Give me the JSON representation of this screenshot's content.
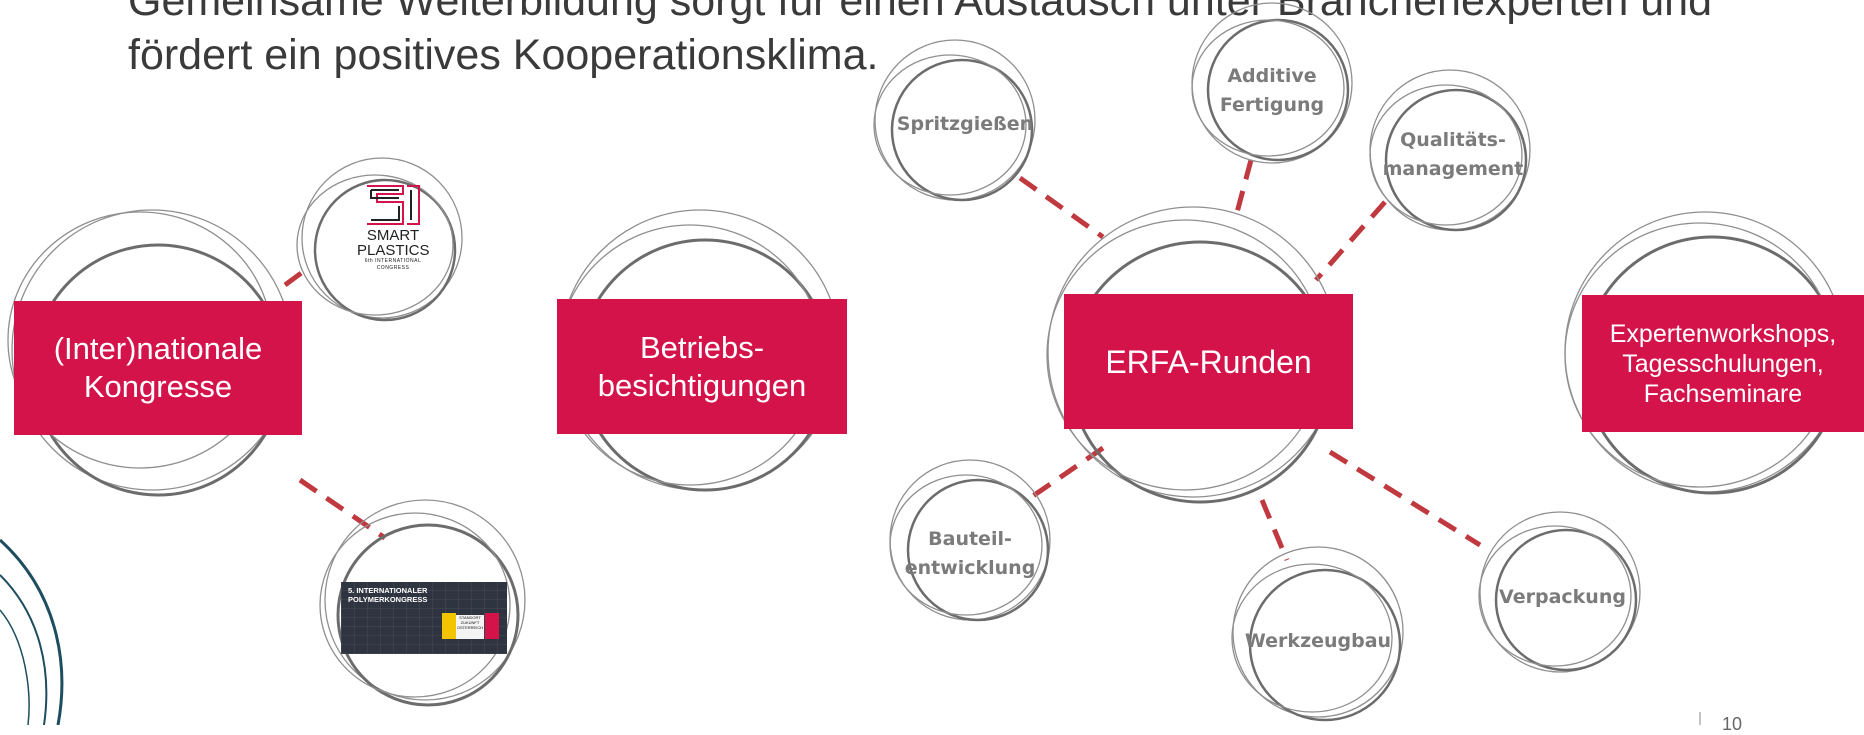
{
  "intro": {
    "line1": "Gemeinsame Weiterbildung sorgt für einen Austausch unter Branchenexperten und",
    "line2": "fördert ein positives Kooperationsklima."
  },
  "main_boxes": {
    "kongresse": "(Inter)nationale\nKongresse",
    "betriebsbesichtigungen": "Betriebs-\nbesichtigungen",
    "erfa": "ERFA-Runden",
    "experten": "Expertenworkshops,\nTagesschulungen,\nFachseminare"
  },
  "erfa_topics": {
    "spritzgiessen": "Spritzgießen",
    "additive": "Additive\nFertigung",
    "qualitaet": "Qualitäts-\nmanagement",
    "bauteil": "Bauteil-\nentwicklung",
    "werkzeugbau": "Werkzeugbau",
    "verpackung": "Verpackung"
  },
  "logos": {
    "smart_plastics": {
      "line1": "SMART",
      "line2": "PLASTICS",
      "line3": "6th INTERNATIONAL",
      "line4": "CONGRESS"
    },
    "polymerkongress": {
      "text": "5. INTERNATIONALER\nPOLYMERKONGRESS",
      "badge": "STANDORT\nZUKUNFT\nOSTERREICH"
    }
  },
  "page_number": "10",
  "colors": {
    "accent": "#d4134a",
    "ring": "#8f8f8f",
    "dashed_connector": "#c0393f",
    "deco_curve": "#1d4d5e"
  }
}
